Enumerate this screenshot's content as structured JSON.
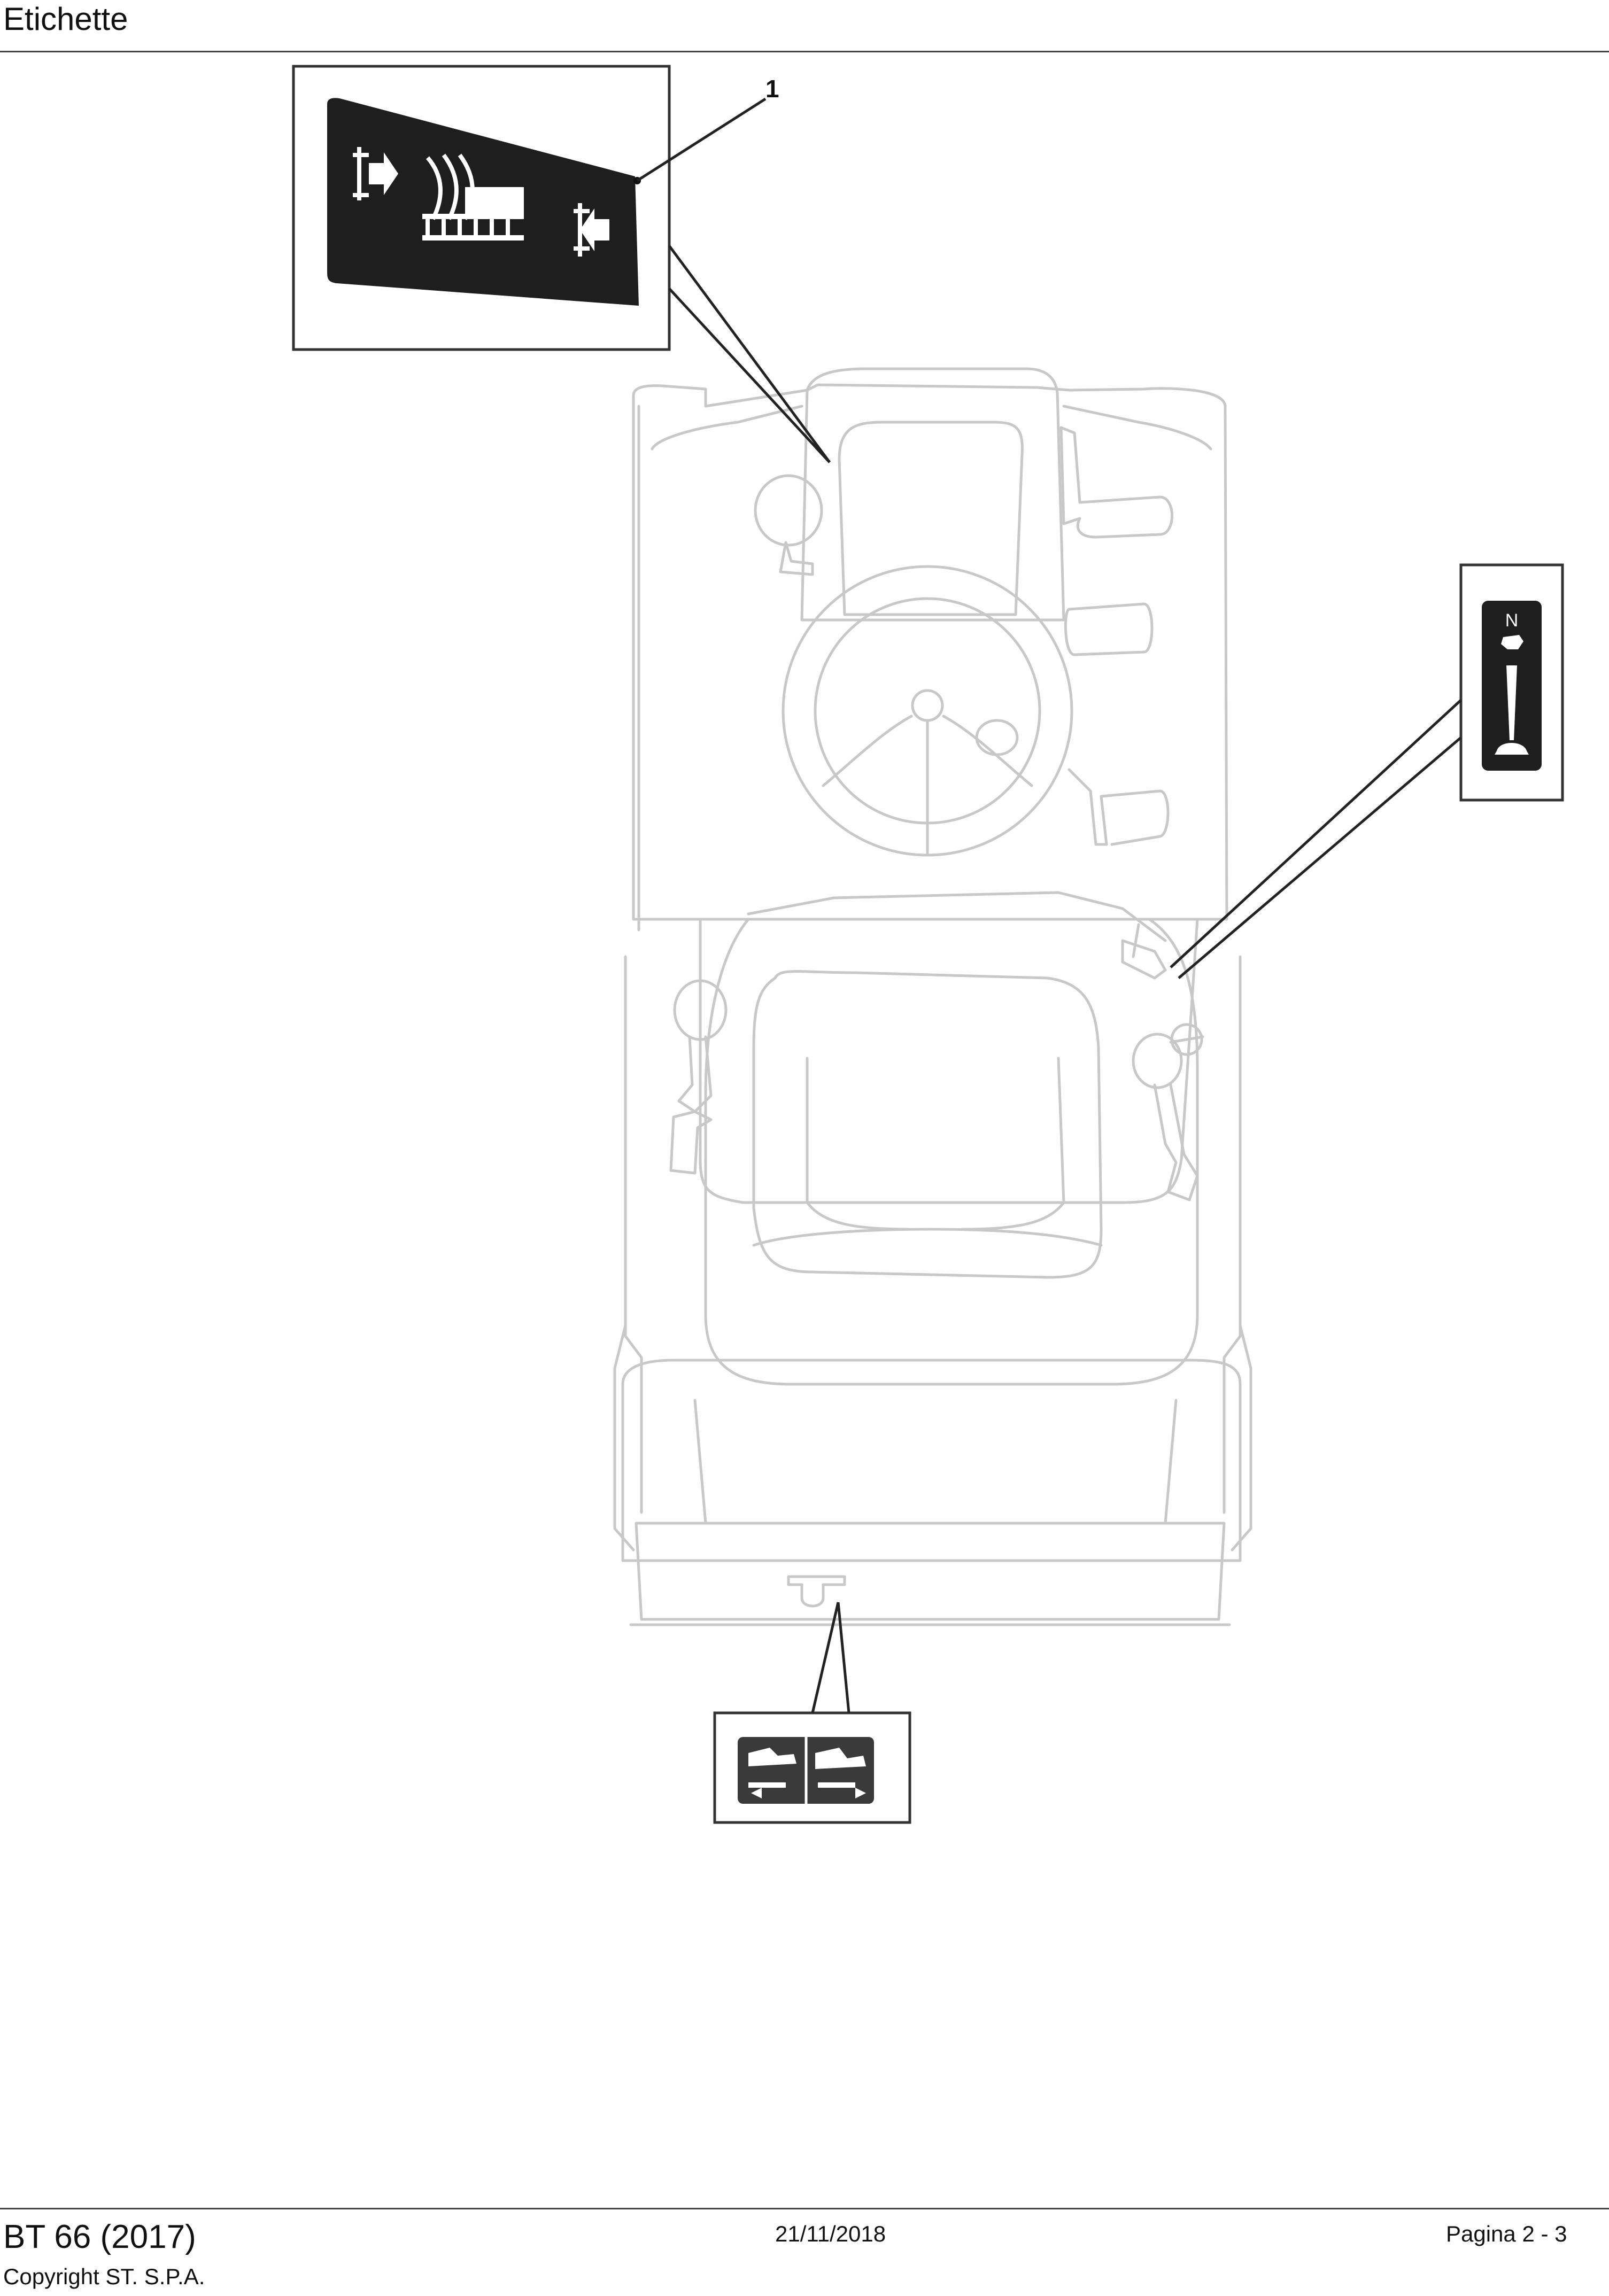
{
  "header": {
    "title": "Etichette"
  },
  "diagram": {
    "callout_number": "1",
    "icons": {
      "decal_1": "mower-deck-engage-disengage-icon",
      "decal_2": "speed-throttle-hare-tortoise-icon",
      "decal_3": "cutting-height-adjust-icon"
    }
  },
  "footer": {
    "model": "BT 66 (2017)",
    "copyright": "Copyright ST. S.P.A.",
    "date": "21/11/2018",
    "page": "Pagina 2 - 3"
  }
}
